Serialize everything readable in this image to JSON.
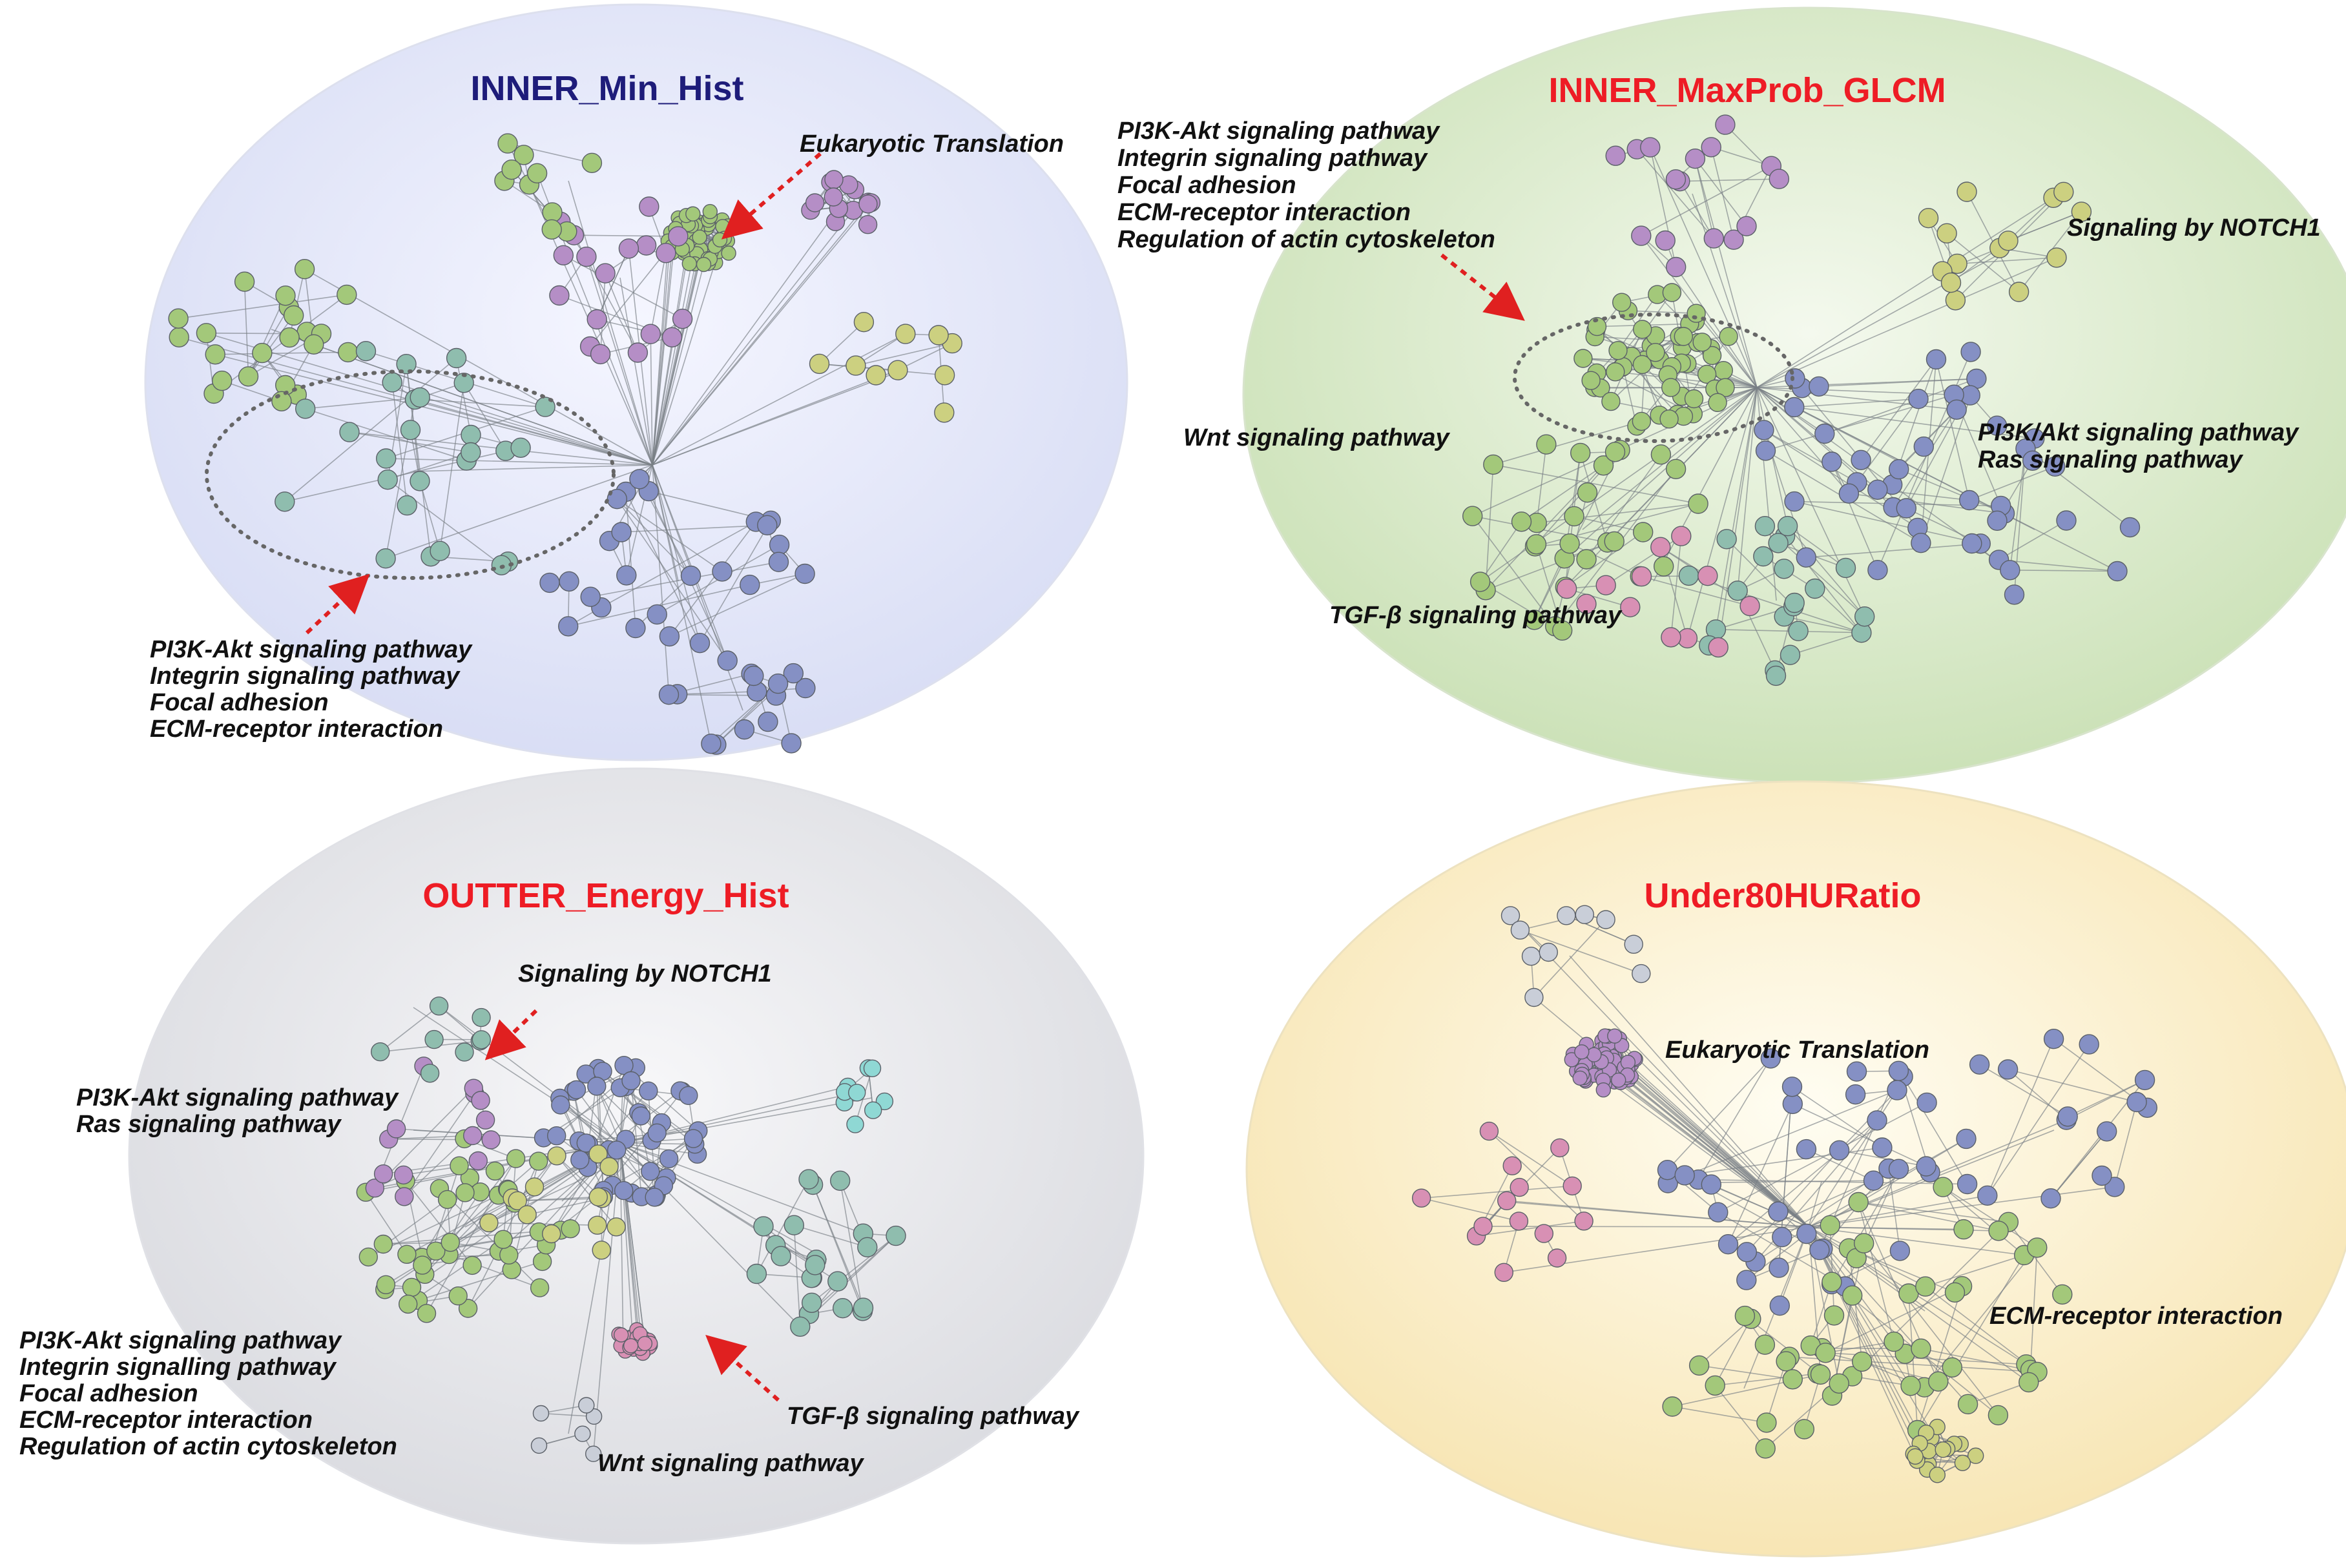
{
  "colors": {
    "title_blue": "#1e1c7a",
    "title_red": "#ee1c25",
    "arrow_red": "#e02020",
    "node_green": "#a3c87a",
    "node_purple": "#b58ec6",
    "node_blue": "#8590c4",
    "node_teal": "#8fbdae",
    "node_yellow": "#ccd080",
    "node_pink": "#d890b4",
    "node_cyan": "#8fd8d4",
    "node_gray": "#c9ced8"
  },
  "panels": [
    {
      "key": "p1",
      "title": "INNER_Min_Hist",
      "title_color": "#1e1c7a",
      "background": [
        "#f5f6ff",
        "#d7dcf4"
      ],
      "annotations": [
        {
          "lines": [
            "Eukaryotic Translation"
          ]
        },
        {
          "lines": [
            "PI3K-Akt signaling pathway",
            "Integrin signaling pathway",
            "Focal adhesion",
            "ECM-receptor interaction"
          ]
        }
      ]
    },
    {
      "key": "p2",
      "title": "INNER_MaxProb_GLCM",
      "title_color": "#ee1c25",
      "background": [
        "#f4f9ee",
        "#c9e0b4"
      ],
      "annotations": [
        {
          "lines": [
            "PI3K-Akt signaling pathway",
            "Integrin signaling pathway",
            "Focal adhesion",
            "ECM-receptor interaction",
            "Regulation of actin cytoskeleton"
          ]
        },
        {
          "lines": [
            "Signaling by NOTCH1"
          ]
        },
        {
          "lines": [
            "Wnt signaling pathway"
          ]
        },
        {
          "lines": [
            "PI3K/Akt signaling pathway",
            "Ras signaling pathway"
          ]
        },
        {
          "lines": [
            "TGF-β signaling pathway"
          ]
        }
      ]
    },
    {
      "key": "p3",
      "title": "OUTTER_Energy_Hist",
      "title_color": "#ee1c25",
      "background": [
        "#f7f7f9",
        "#d9dadf"
      ],
      "annotations": [
        {
          "lines": [
            "Signaling by NOTCH1"
          ]
        },
        {
          "lines": [
            "PI3K-Akt signaling pathway",
            "Ras signaling pathway"
          ]
        },
        {
          "lines": [
            "PI3K-Akt signaling pathway",
            "Integrin signalling pathway",
            "Focal adhesion",
            "ECM-receptor interaction",
            "Regulation of actin cytoskeleton"
          ]
        },
        {
          "lines": [
            "TGF-β signaling pathway"
          ]
        },
        {
          "lines": [
            "Wnt signaling pathway"
          ]
        }
      ]
    },
    {
      "key": "p4",
      "title": "Under80HURatio",
      "title_color": "#ee1c25",
      "background": [
        "#fffdf2",
        "#f7e4b0"
      ],
      "annotations": [
        {
          "lines": [
            "Eukaryotic Translation"
          ]
        },
        {
          "lines": [
            "ECM-receptor interaction"
          ]
        }
      ]
    }
  ]
}
